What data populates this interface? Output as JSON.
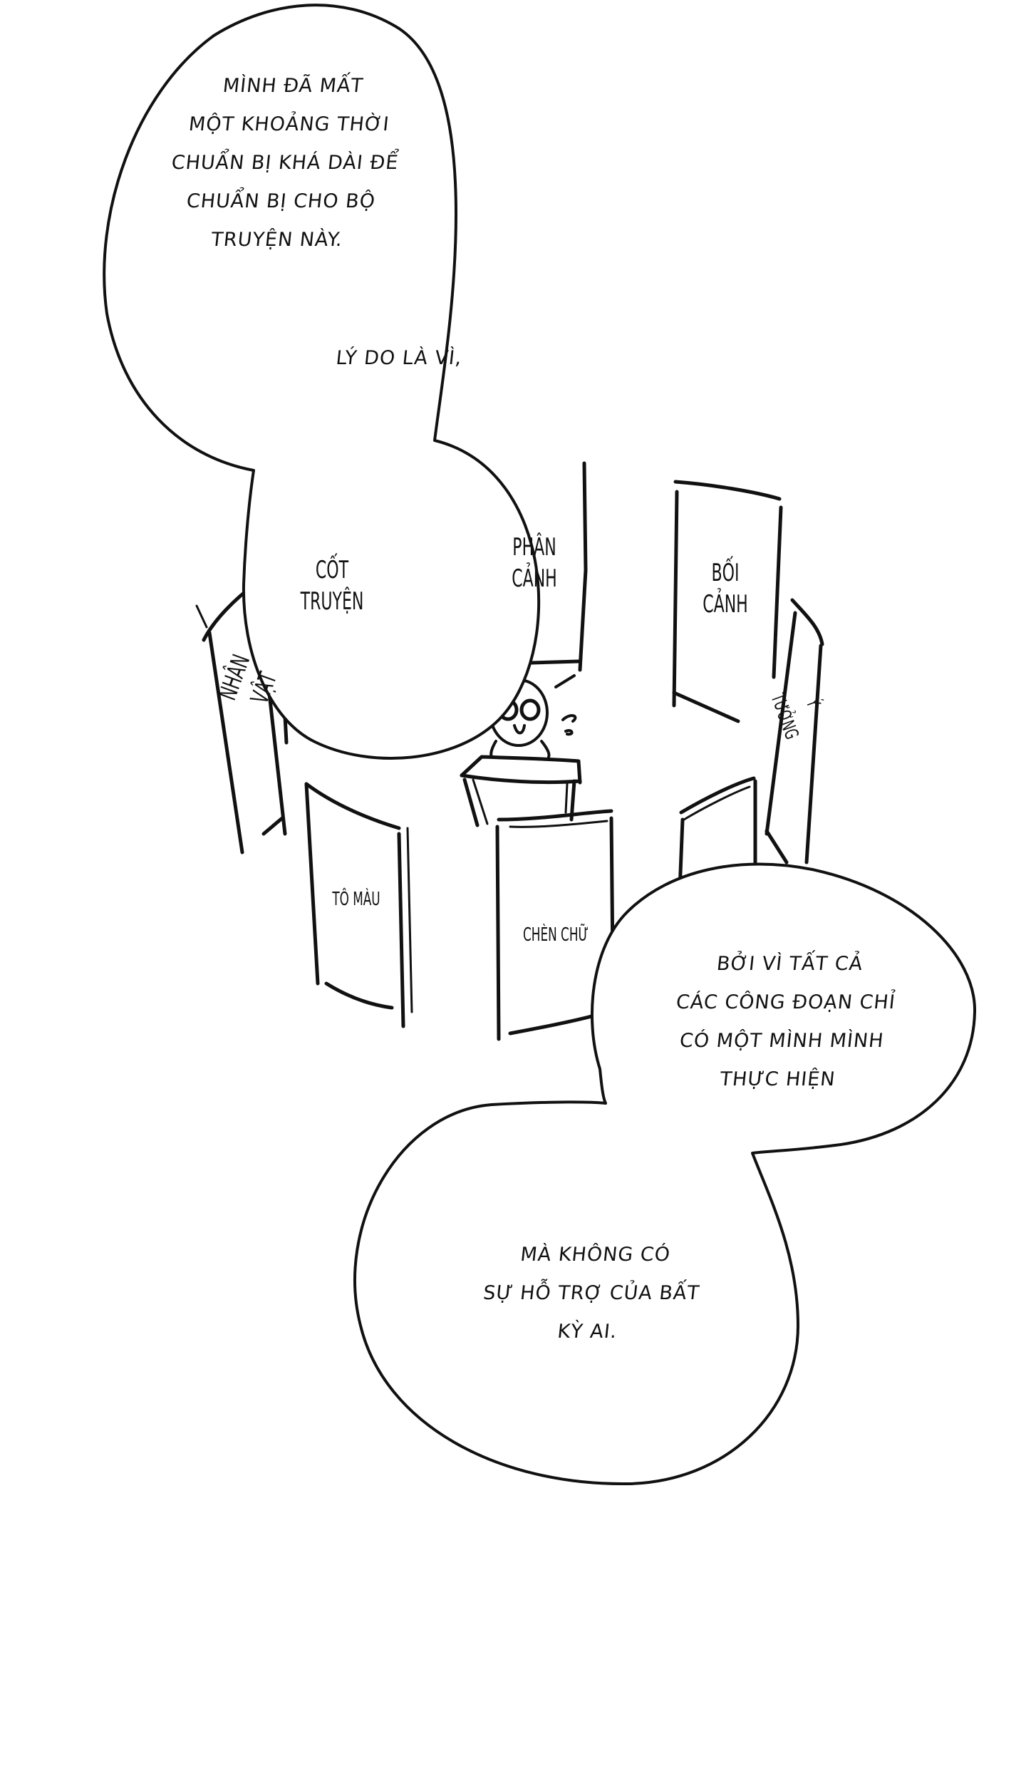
{
  "bubbles": [
    {
      "id": "bubble-1",
      "lines": [
        "Mình đã mất",
        "một khoảng thời",
        "chuẩn bị khá dài để",
        "chuẩn bị cho bộ",
        "truyện này."
      ]
    },
    {
      "id": "bubble-1b",
      "lines": [
        "Lý do là vì,"
      ]
    },
    {
      "id": "bubble-2",
      "lines": [
        "Bởi vì tất cả",
        "các công đoạn chỉ",
        "có một mình mình",
        "thực hiện"
      ]
    },
    {
      "id": "bubble-3",
      "lines": [
        "Mà không có",
        "sự hỗ trợ của bất",
        "kỳ ai."
      ]
    }
  ],
  "panels": {
    "cot_truyen": [
      "Cốt",
      "truyện"
    ],
    "phan_canh": [
      "Phân",
      "cảnh"
    ],
    "boi_canh": [
      "Bối",
      "cảnh"
    ],
    "nhan_vat": [
      "Nhân",
      "vật"
    ],
    "y_tuong": [
      "Ý",
      "tưởng"
    ],
    "to_mau": [
      "Tô màu"
    ],
    "chen_chu": [
      "Chèn chữ"
    ]
  },
  "colors": {
    "ink": "#111111",
    "paper": "#ffffff"
  }
}
